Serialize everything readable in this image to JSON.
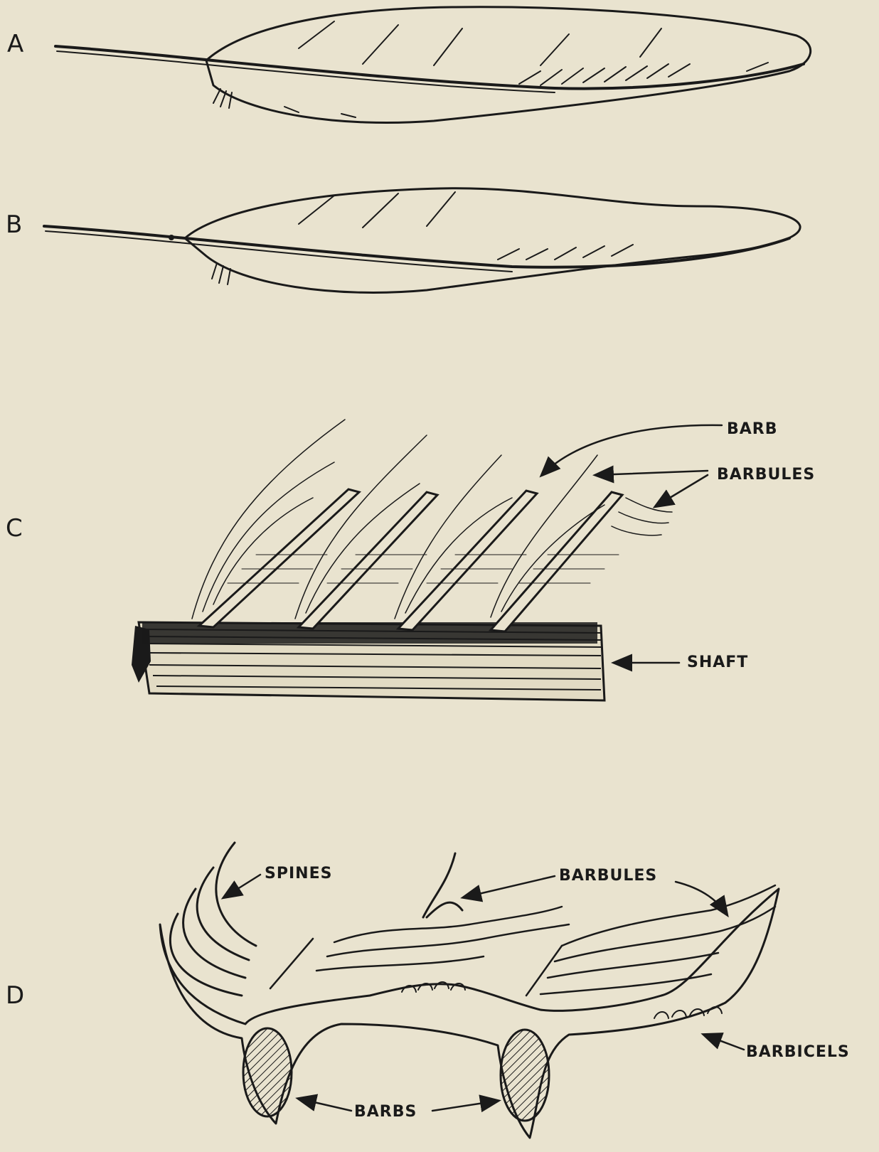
{
  "panels": {
    "a": "A",
    "b": "B",
    "c": "C",
    "d": "D"
  },
  "labels_c": {
    "barb": "BARB",
    "barbules": "BARBULES",
    "shaft": "SHAFT"
  },
  "labels_d": {
    "spines": "SPINES",
    "barbules": "BARBULES",
    "barbicels": "BARBICELS",
    "barbs": "BARBS"
  }
}
